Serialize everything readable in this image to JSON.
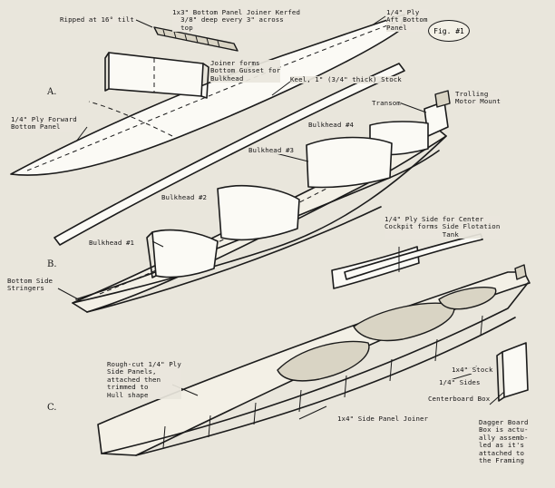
{
  "figure": {
    "badge": "Fig. #1",
    "sections": [
      "A.",
      "B.",
      "C."
    ]
  },
  "labels": {
    "ripped": "Ripped at 16° tilt",
    "joiner_kerfed": "1x3\" Bottom Panel Joiner Kerfed\n  3/8\" deep every 3\" across\n  top",
    "aft_bottom": "1/4\" Ply\nAft Bottom\nPanel",
    "joiner_forms": "Joiner forms\nBottom Gusset for\nBulkhead",
    "keel": "Keel, 1\" (3/4\" thick) Stock",
    "forward_bottom": "1/4\" Ply Forward\nBottom Panel",
    "transom": "Transom",
    "trolling": "Trolling\nMotor Mount",
    "bulkhead4": "Bulkhead #4",
    "bulkhead3": "Bulkhead #3",
    "bulkhead2": "Bulkhead #2",
    "bulkhead1": "Bulkhead #1",
    "side_flotation": "1/4\" Ply Side for Center\nCockpit forms Side Flotation\n              Tank",
    "bottom_stringers": "Bottom Side\nStringers",
    "rough_cut": "Rough-cut 1/4\" Ply\nSide Panels,\nattached then\ntrimmed to\nHull shape",
    "stock_1x4": "1x4\" Stock",
    "sides_1_4": "1/4\" Sides",
    "centerboard": "Centerboard Box",
    "side_joiner": "1x4\" Side Panel Joiner",
    "dagger": "Dagger Board\nBox is actu-\nally assemb-\nled as it's\nattached to\nthe Framing"
  }
}
